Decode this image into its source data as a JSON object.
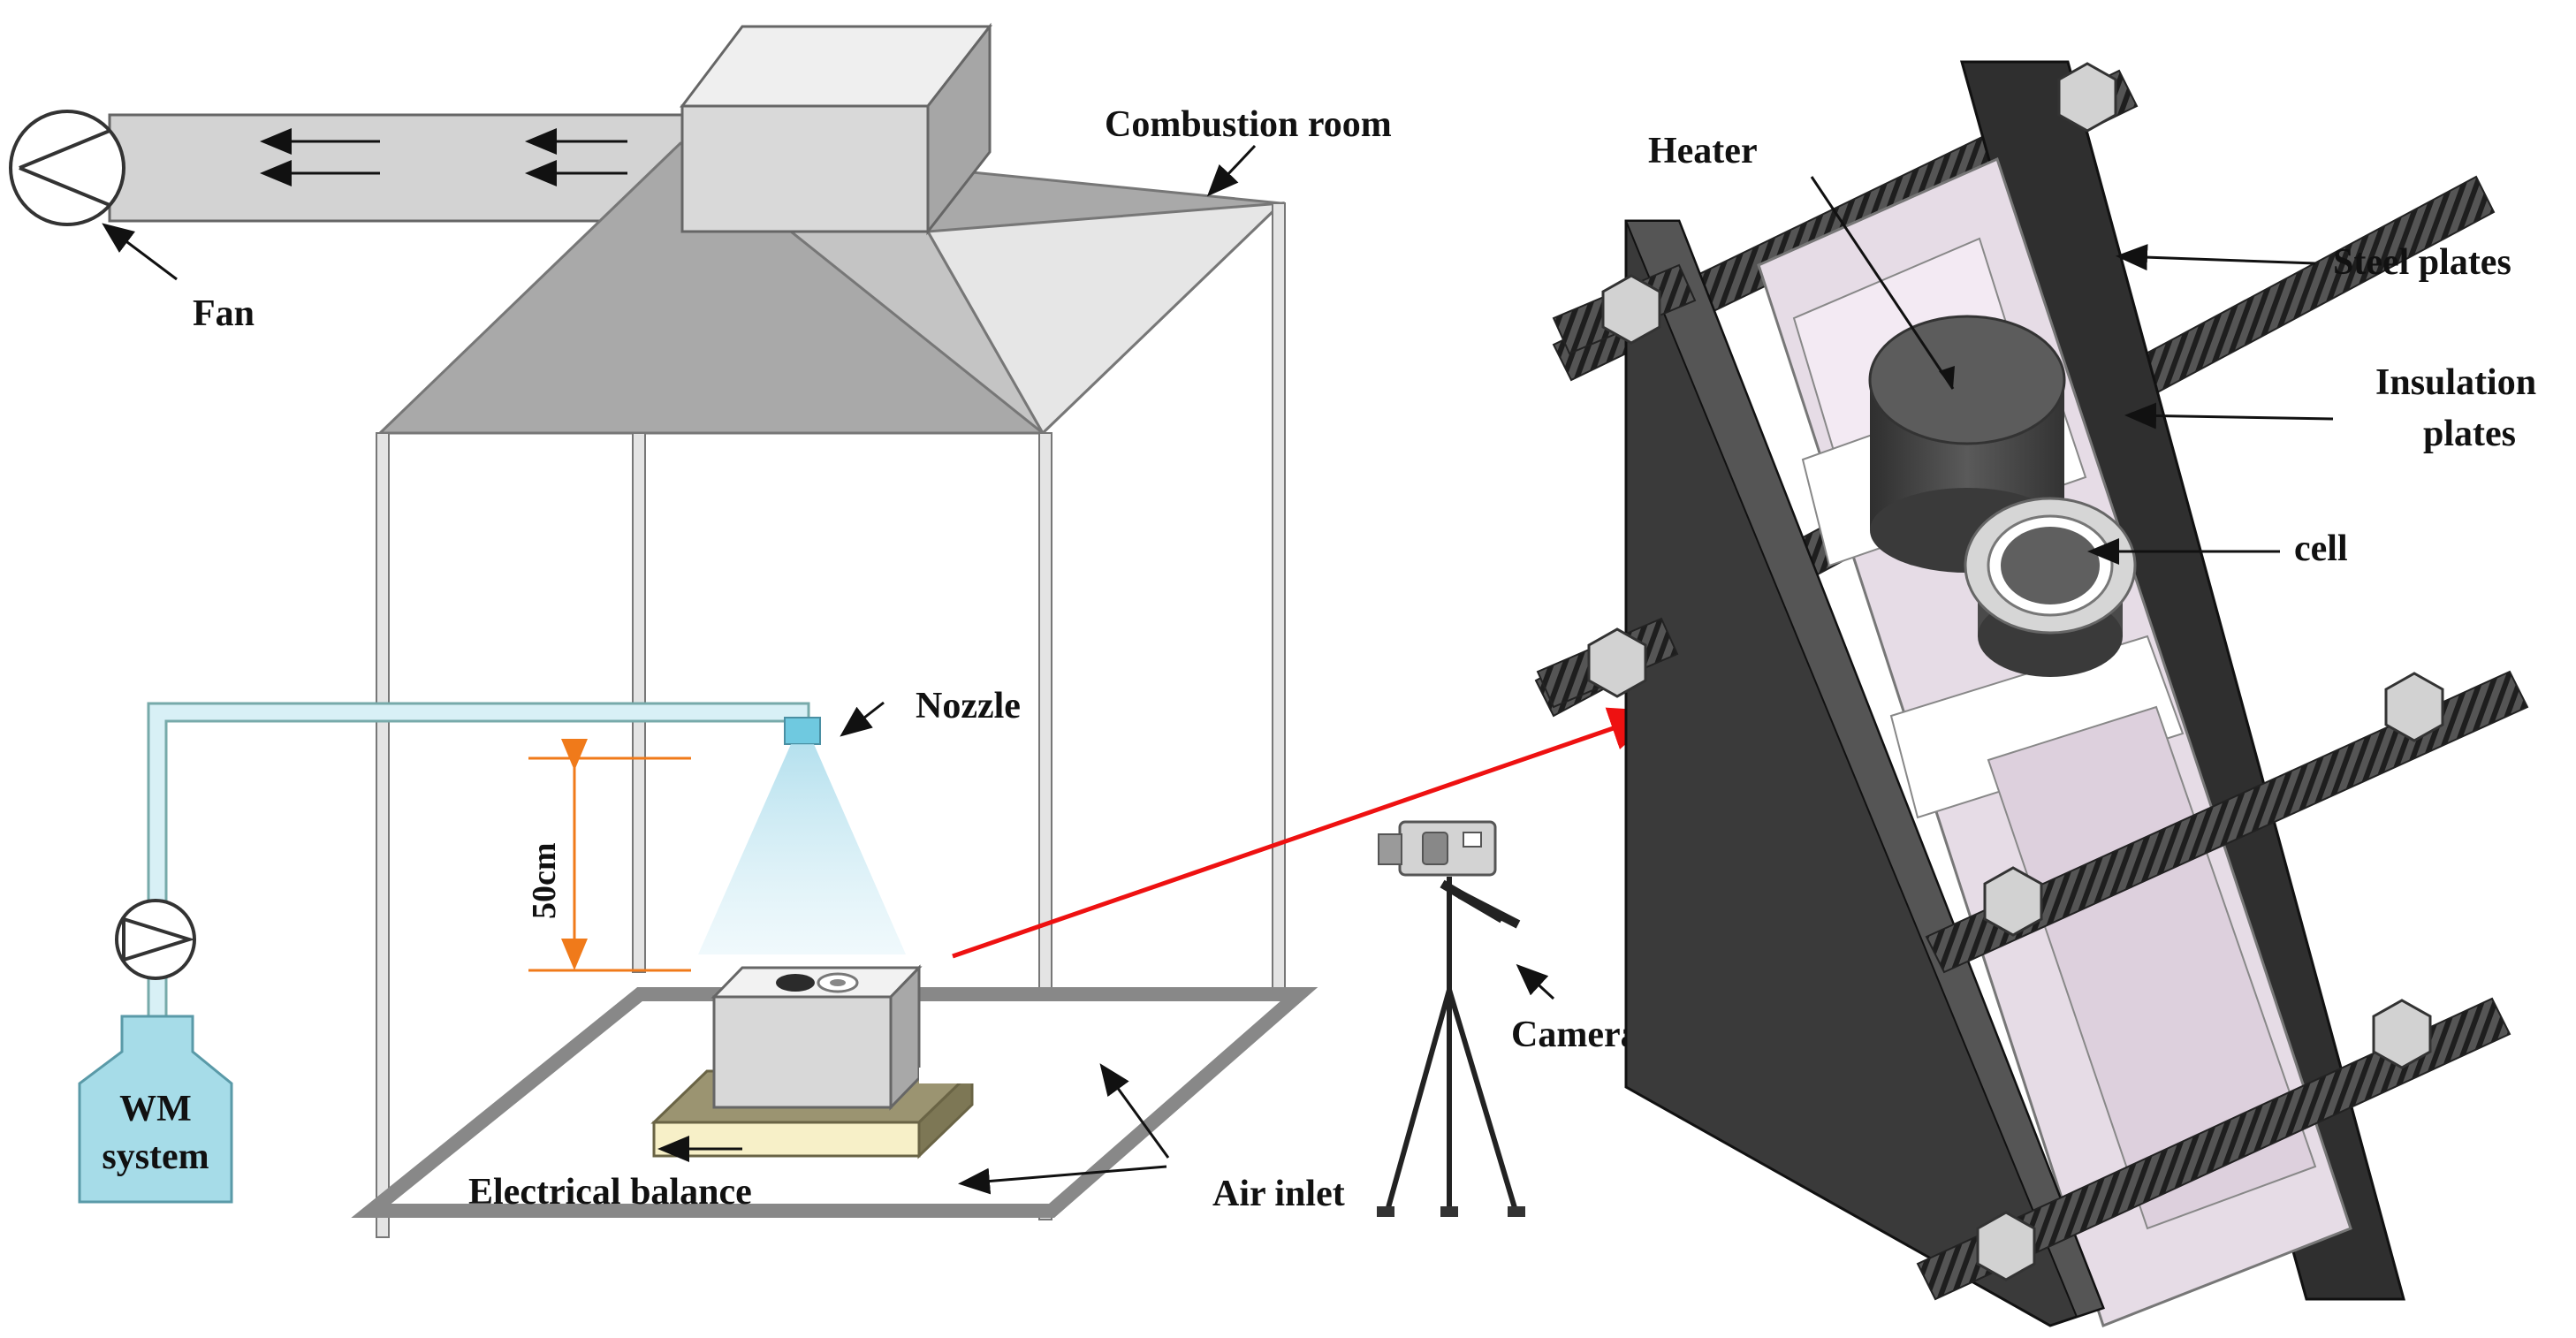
{
  "labels": {
    "fan": "Fan",
    "combustion_room": "Combustion room",
    "nozzle": "Nozzle",
    "distance": "50cm",
    "wm_system_line1": "WM",
    "wm_system_line2": "system",
    "electrical_balance": "Electrical balance",
    "air_inlet": "Air inlet",
    "camera": "Camera",
    "heater": "Heater",
    "steel_plates": "Steel plates",
    "insulation_plates_line1": "Insulation",
    "insulation_plates_line2": "plates",
    "cell": "cell"
  },
  "colors": {
    "water_pipe": "#d8f0f6",
    "spray": "#a8dbeb",
    "hood": "#a9a9a9",
    "wm_tank": "#a6dce8",
    "balance_top": "#9b9471",
    "balance_front": "#f7f0c8",
    "steel_plate": "#3a3a3a",
    "insulation": "#e6dce6",
    "link_arrow": "#ee1111",
    "dimension": "#f07a1a"
  }
}
